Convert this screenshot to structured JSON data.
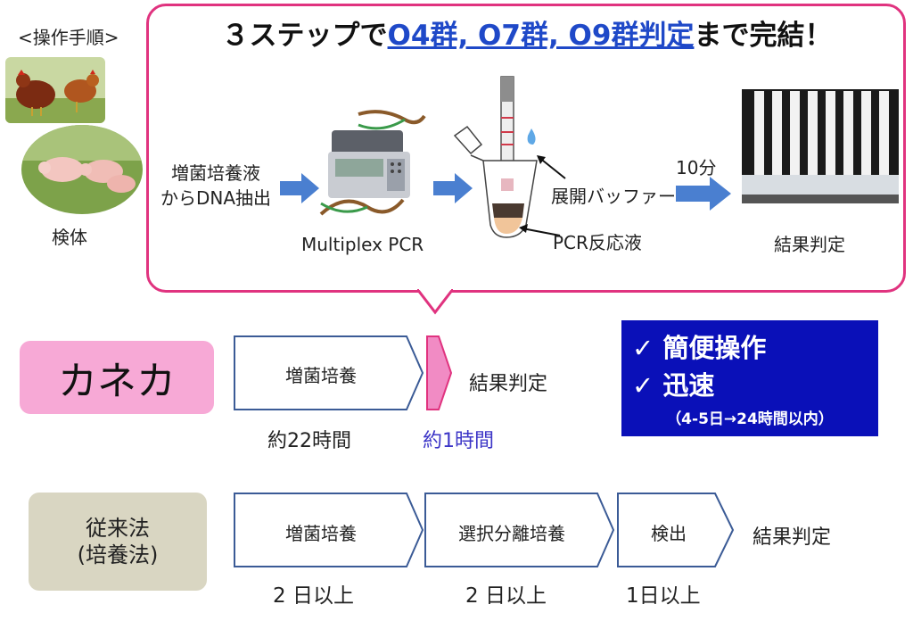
{
  "procedure_label": "<操作手順>",
  "specimen_label": "検体",
  "headline": {
    "prefix": "３ステップで",
    "highlight": "O4群, O7群, O9群判定",
    "suffix": "まで完結！"
  },
  "steps": {
    "dna_extract_line1": "増菌培養液",
    "dna_extract_line2": "からDNA抽出",
    "pcr_label": "Multiplex PCR",
    "buffer_label": "展開バッファー",
    "pcr_solution_label": "PCR反応液",
    "time_label": "10分",
    "result_label": "結果判定"
  },
  "kaneka": {
    "name": "カネカ",
    "enrichment": "増菌培養",
    "enrichment_time": "約22時間",
    "detection_time": "約1時間",
    "result": "結果判定"
  },
  "benefits": {
    "point1": "✓ 簡便操作",
    "point2": "✓ 迅速",
    "detail": "（4-5日→24時間以内）"
  },
  "conventional": {
    "name_line1": "従来法",
    "name_line2": "(培養法)",
    "step1": "増菌培養",
    "step1_time": "2 日以上",
    "step2": "選択分離培養",
    "step2_time": "2 日以上",
    "step3": "検出",
    "step3_time": "1日以上",
    "result": "結果判定"
  },
  "colors": {
    "callout_border": "#e0337f",
    "headline_highlight": "#1f49c8",
    "arrow_blue": "#4a7fd0",
    "box_border": "#3b5b96",
    "kaneka_pink": "#f7a9d6",
    "conventional_beige": "#d9d6c2",
    "panel_blue": "#0a10b8",
    "time_blue": "#3c35c7"
  }
}
